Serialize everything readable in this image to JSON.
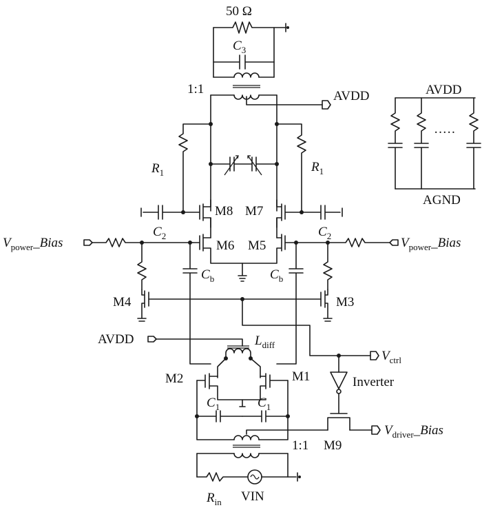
{
  "labels": {
    "load_res": "50 Ω",
    "c3": "C",
    "c3_sub": "3",
    "transformer_top": "1:1",
    "avdd_top": "AVDD",
    "r1_left": "R",
    "r1_left_sub": "1",
    "r1_right": "R",
    "r1_right_sub": "1",
    "m8": "M8",
    "m7": "M7",
    "c2_left": "C",
    "c2_left_sub": "2",
    "c2_right": "C",
    "c2_right_sub": "2",
    "vpb_left": "V",
    "vpb_left_sub": "power",
    "vpb_left_suffix": "_Bias",
    "vpb_right": "V",
    "vpb_right_sub": "power",
    "vpb_right_suffix": "_Bias",
    "m6": "M6",
    "m5": "M5",
    "cb_left": "C",
    "cb_left_sub": "b",
    "cb_right": "C",
    "cb_right_sub": "b",
    "m4": "M4",
    "m3": "M3",
    "avdd_mid": "AVDD",
    "ldiff": "L",
    "ldiff_sub": "diff",
    "vctrl": "V",
    "vctrl_sub": "ctrl",
    "m2": "M2",
    "m1": "M1",
    "inverter": "Inverter",
    "c1_left": "C",
    "c1_left_sub": "1",
    "c1_right": "C",
    "c1_right_sub": "1",
    "vdb": "V",
    "vdb_sub": "driver",
    "vdb_suffix": "_Bias",
    "m9": "M9",
    "transformer_bottom": "1:1",
    "rin": "R",
    "rin_sub": "in",
    "vin": "VIN",
    "inset_avdd": "AVDD",
    "inset_dots": "·····",
    "inset_agnd": "AGND"
  }
}
